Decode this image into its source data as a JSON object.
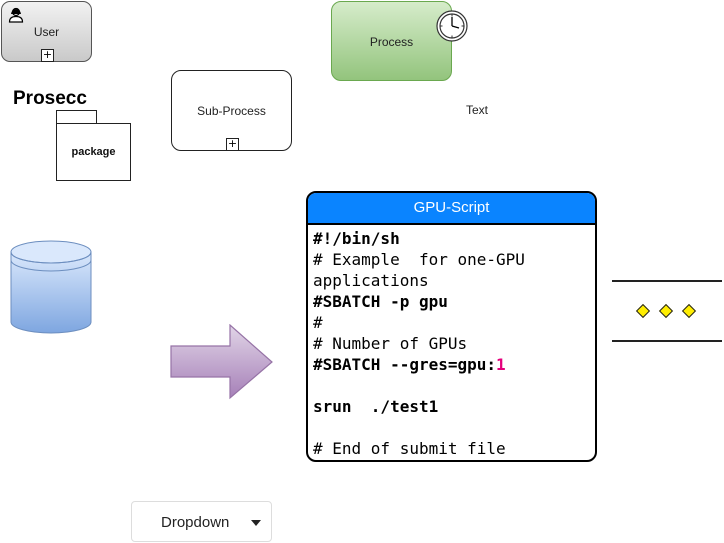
{
  "user_task": {
    "label": "User"
  },
  "process_task": {
    "label": "Process"
  },
  "sub_process": {
    "label": "Sub-Process"
  },
  "heading": {
    "text": "Prosecc"
  },
  "package": {
    "label": "package"
  },
  "free_text": {
    "text": "Text"
  },
  "gpu_script": {
    "title": "GPU-Script",
    "line1": "#!/bin/sh",
    "line2": "# Example  for one-GPU",
    "line3": "applications",
    "line4": "#SBATCH -p gpu",
    "line5": "#",
    "line6": "# Number of GPUs",
    "line7_prefix": "#SBATCH --gres=gpu:",
    "line7_value": "1",
    "line8": "",
    "line9": "srun  ./test1",
    "line10": "",
    "line11": "# End of submit file"
  },
  "dropdown": {
    "label": "Dropdown"
  },
  "colors": {
    "gpu_header": "#0a84ff",
    "process_fill": "#93c47d",
    "database_fill": "#7ea6e0",
    "arrow_fill": "#a680b8",
    "diamond_fill": "#ffee00",
    "gpu_number": "#e4007c"
  }
}
